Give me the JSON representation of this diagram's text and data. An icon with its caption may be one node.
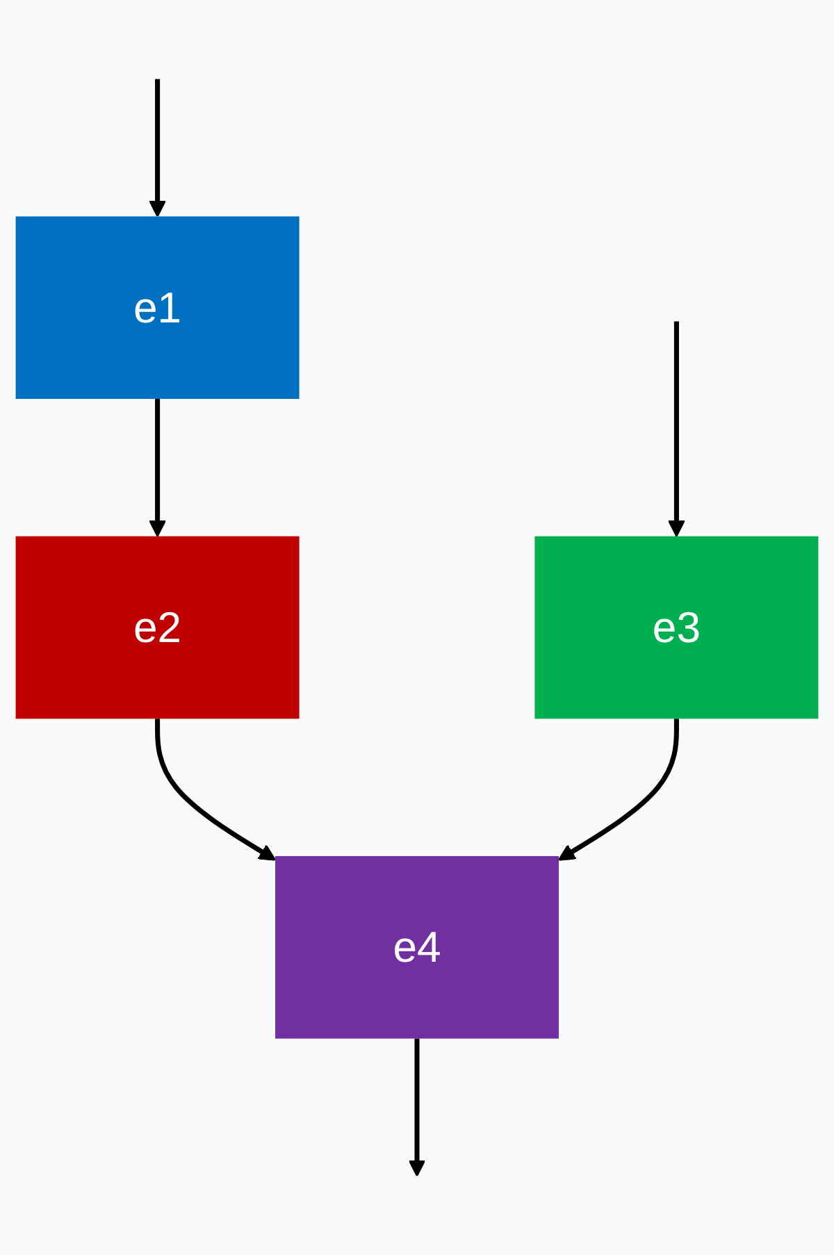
{
  "diagram": {
    "nodes": [
      {
        "text": [
          "e1"
        ]
      },
      {
        "text": [
          "e2"
        ]
      },
      {
        "text": [
          "e3"
        ]
      },
      {
        "text": [
          "e4"
        ]
      }
    ],
    "edges": [
      {
        "from": null,
        "to": 0,
        "arrow": "to"
      },
      {
        "from": 0,
        "to": 1,
        "arrow": "to"
      },
      {
        "from": 1,
        "to": 3,
        "arrow": "to"
      },
      {
        "from": null,
        "to": 2,
        "arrow": "to"
      },
      {
        "from": 2,
        "to": 3,
        "arrow": "to"
      },
      {
        "from": 3,
        "to": null,
        "arrow": "to"
      }
    ]
  }
}
